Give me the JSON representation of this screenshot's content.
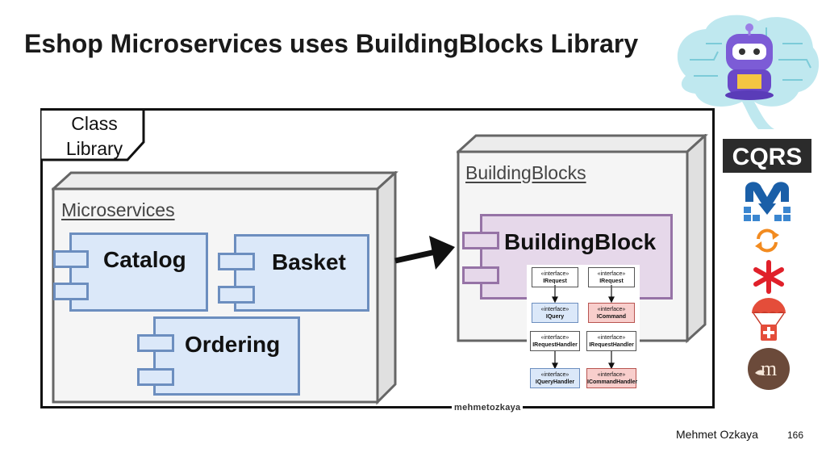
{
  "slide": {
    "title": "Eshop Microservices uses BuildingBlocks Library",
    "author": "Mehmet Ozkaya",
    "page_number": "166",
    "watermark": "mehmetozkaya"
  },
  "diagram": {
    "frame_label": [
      "Class",
      "Library"
    ],
    "microservices_package": {
      "label": "Microservices",
      "components": [
        "Catalog",
        "Basket",
        "Ordering"
      ]
    },
    "buildingblocks_package": {
      "label": "BuildingBlocks",
      "component": "BuildingBlock"
    },
    "interfaces": {
      "stereotype": "«interface»",
      "row1": [
        "IRequest",
        "IRequest"
      ],
      "row2": [
        "IQuery",
        "ICommand"
      ],
      "row3": [
        "IRequestHandler",
        "IRequestHandler"
      ],
      "row4": [
        "IQueryHandler",
        "ICommandHandler"
      ]
    },
    "colors": {
      "component_fill": "#dbe8f9",
      "component_stroke": "#6c8ebf",
      "buildingblock_fill": "#e6d8ea",
      "buildingblock_stroke": "#9673a6",
      "package_fill": "#f5f5f5",
      "package_stroke": "#666666",
      "command_fill": "#f8cecc"
    }
  },
  "logos": {
    "cqrs": "CQRS",
    "icons": [
      "robot-mascot-icon",
      "mediatr-icon",
      "sync-icon",
      "asterisk-icon",
      "parachute-icon",
      "marten-icon"
    ]
  }
}
